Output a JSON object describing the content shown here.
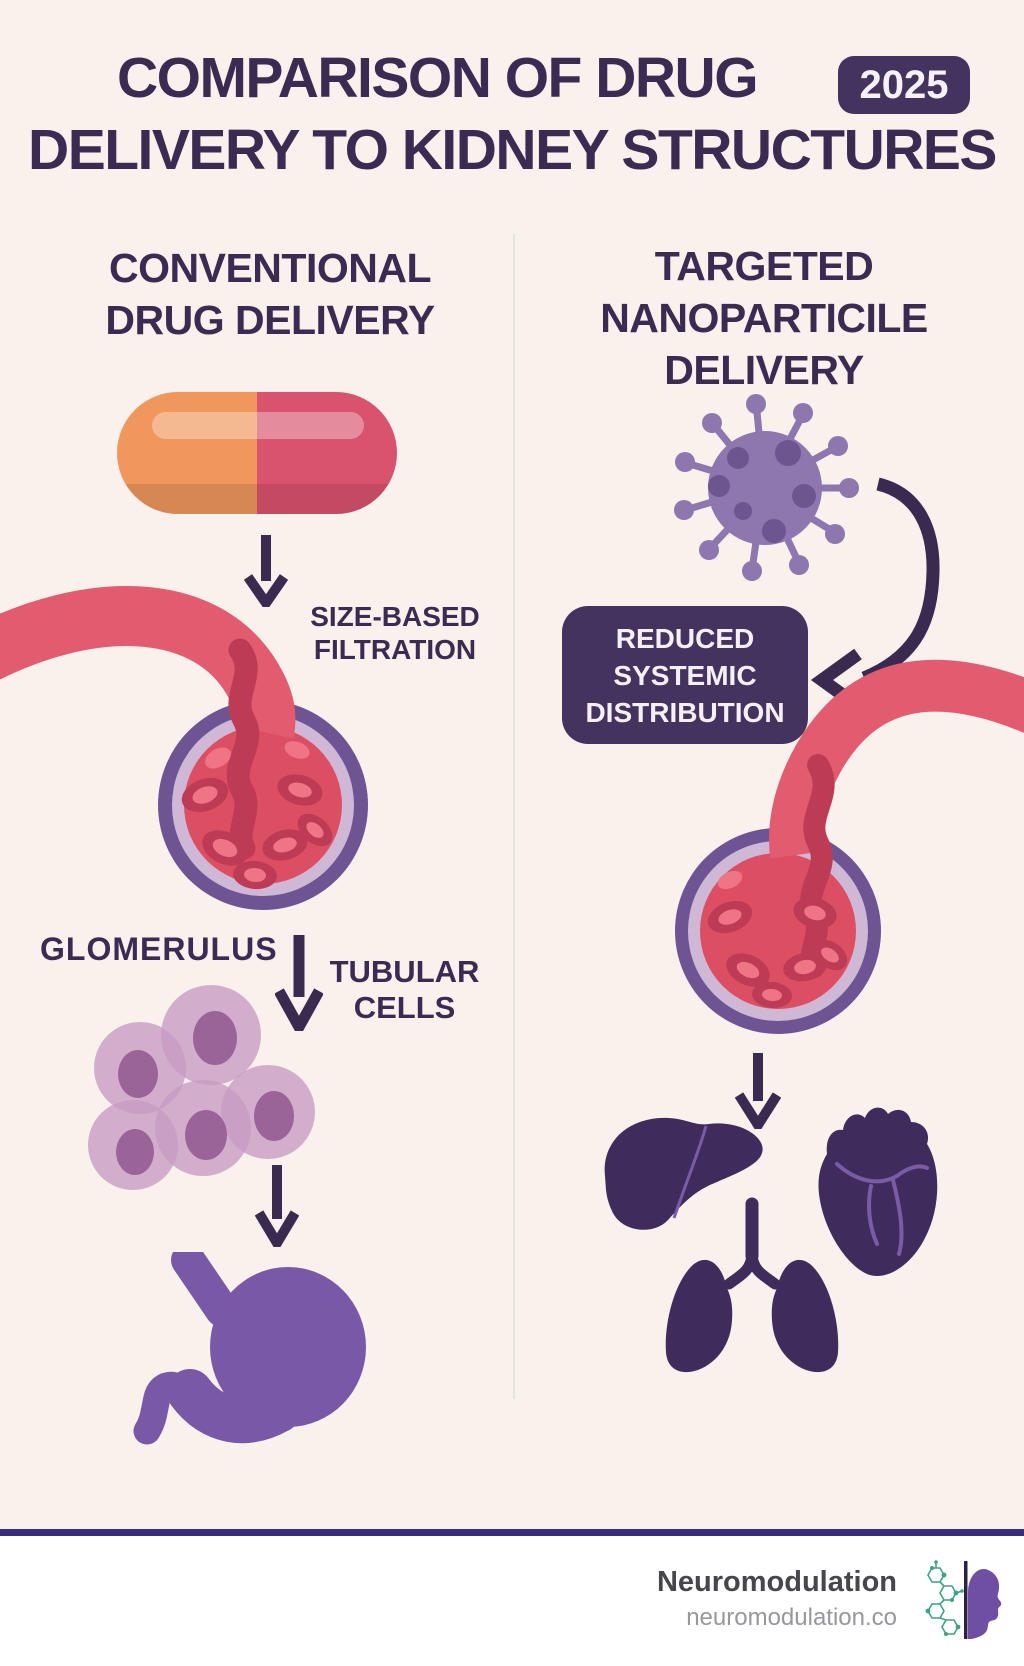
{
  "header": {
    "title_line1": "COMPARISON OF DRUG",
    "title_line2": "DELIVERY TO KIDNEY STRUCTURES",
    "year_badge": "2025"
  },
  "left_column": {
    "heading_line1": "CONVENTIONAL",
    "heading_line2": "DRUG DELIVERY",
    "filtration_label_line1": "SIZE-BASED",
    "filtration_label_line2": "FILTRATION",
    "glomerulus_label": "GLOMERULUS",
    "tubular_label_line1": "TUBULAR",
    "tubular_label_line2": "CELLS"
  },
  "right_column": {
    "heading_line1": "TARGETED",
    "heading_line2": "NANOPARTICILE",
    "heading_line3": "DELIVERY",
    "badge_line1": "REDUCED",
    "badge_line2": "SYSTEMIC",
    "badge_line3": "DISTRIBUTION"
  },
  "footer": {
    "brand": "Neuromodulation",
    "website": "neuromodulation.co"
  },
  "icons": [
    "pill-capsule-icon",
    "down-arrow-icon",
    "blood-vessel-glomerulus-icon",
    "tubular-cells-icon",
    "stomach-icon",
    "nanoparticle-icon",
    "curved-arrow-icon",
    "liver-icon",
    "heart-icon",
    "lungs-icon",
    "brand-logo"
  ],
  "colors": {
    "background": "#F8F1EC",
    "text_dark_purple": "#3B2B52",
    "arrow_dark": "#3A2A50",
    "badge_bg": "#44335E",
    "pill_orange": "#F0975D",
    "pill_pink": "#D9536F",
    "vessel_red": "#E25B6E",
    "vessel_inner_red": "#BE3B56",
    "capsule_outer_ring": "#6F5494",
    "capsule_inner_ring": "#CFB8D6",
    "capsule_fill": "#DC4F63",
    "nanoparticle_purple": "#8E76AE",
    "nanoparticle_spot": "#6D5590",
    "cell_mauve": "#C89BC3",
    "cell_nucleus": "#935C92",
    "stomach_purple": "#7A58A8",
    "organ_dark": "#3F2C5C",
    "organ_line": "#7A5CA6",
    "footer_line": "#3A2B7D",
    "logo_teal": "#3FA183",
    "logo_head_purple": "#6F4FA3"
  }
}
